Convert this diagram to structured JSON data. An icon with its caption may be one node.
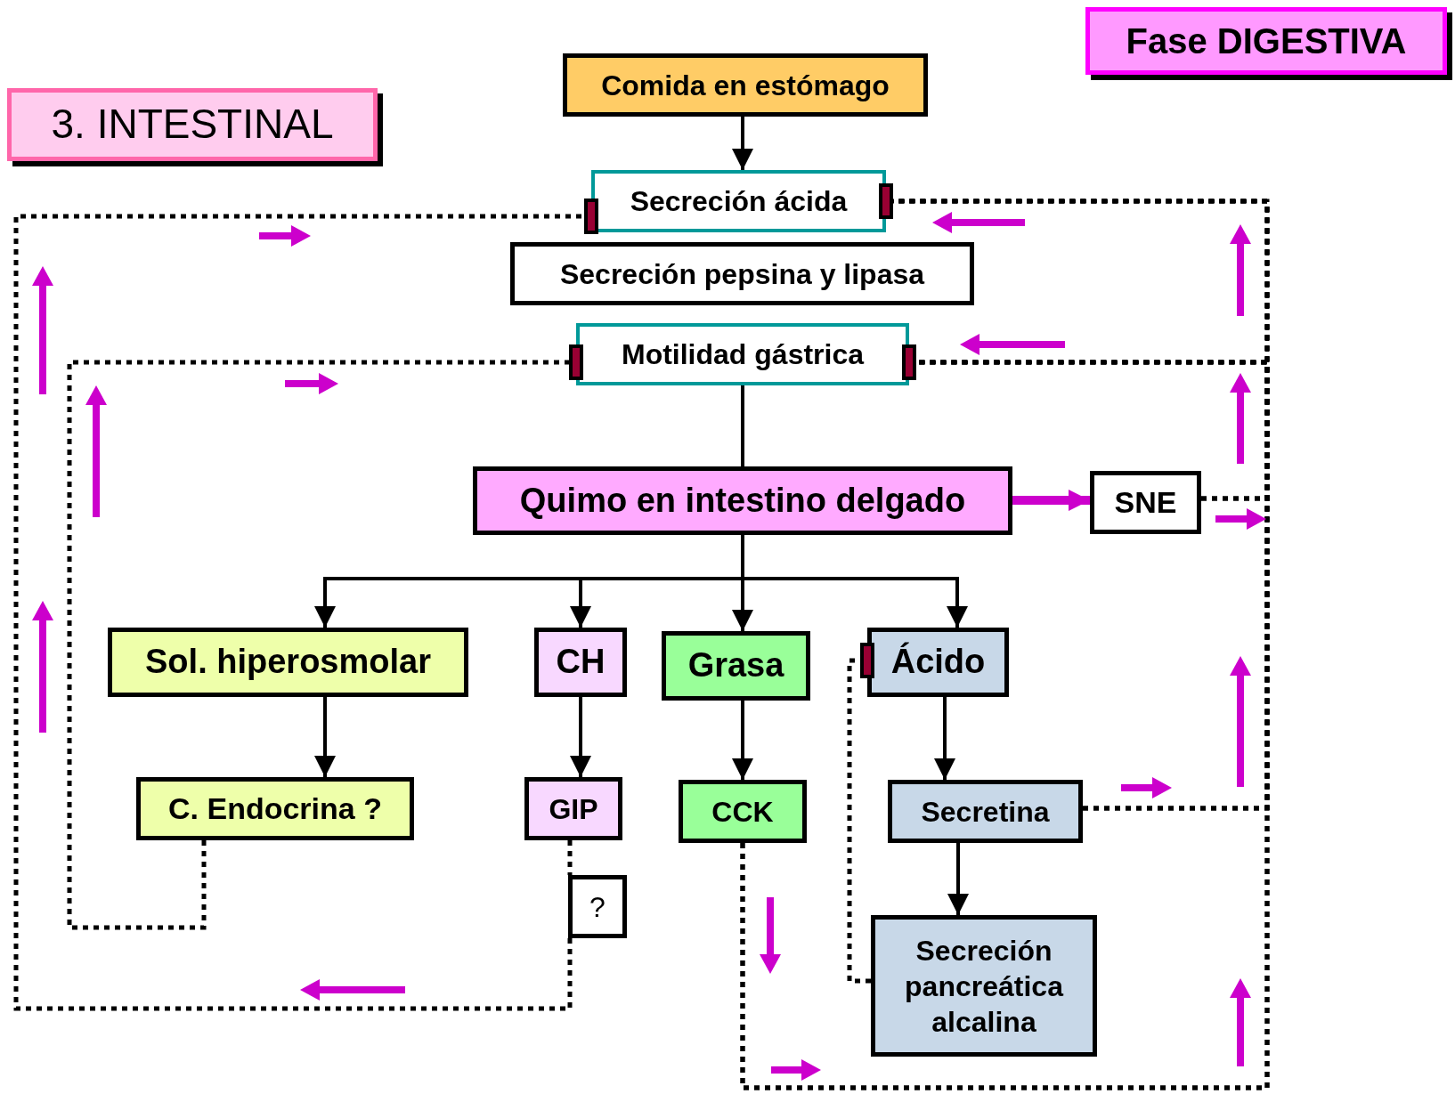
{
  "diagram": {
    "nodes": [
      {
        "text": [
          "Fase DIGESTIVA"
        ]
      },
      {
        "text": [
          "3. INTESTINAL"
        ]
      },
      {
        "text": [
          "Comida en estómago"
        ]
      },
      {
        "text": [
          "Secreción ácida"
        ]
      },
      {
        "text": [
          "Secreción pepsina y lipasa"
        ]
      },
      {
        "text": [
          "Motilidad gástrica"
        ]
      },
      {
        "text": [
          "Quimo en intestino delgado"
        ]
      },
      {
        "text": [
          "SNE"
        ]
      },
      {
        "text": [
          "Sol. hiperosmolar"
        ]
      },
      {
        "text": [
          "CH"
        ]
      },
      {
        "text": [
          "Grasa"
        ]
      },
      {
        "text": [
          "Ácido"
        ]
      },
      {
        "text": [
          "C. Endocrina ?"
        ]
      },
      {
        "text": [
          "GIP"
        ]
      },
      {
        "text": [
          "CCK"
        ]
      },
      {
        "text": [
          "Secretina"
        ]
      },
      {
        "text": [
          "?"
        ]
      },
      {
        "text": [
          "Secreción pancreática alcalina"
        ]
      }
    ],
    "edges": [
      {
        "from": 2,
        "to": 3,
        "arrow": "to"
      },
      {
        "from": 5,
        "to": 6,
        "arrow": "none"
      },
      {
        "from": 6,
        "to": 8,
        "arrow": "to"
      },
      {
        "from": 6,
        "to": 9,
        "arrow": "to"
      },
      {
        "from": 6,
        "to": 10,
        "arrow": "to"
      },
      {
        "from": 6,
        "to": 11,
        "arrow": "to"
      },
      {
        "from": 6,
        "to": 7,
        "arrow": "to",
        "style": "thick",
        "color": "#cc00cc"
      },
      {
        "from": 8,
        "to": 12,
        "arrow": "to"
      },
      {
        "from": 9,
        "to": 13,
        "arrow": "to"
      },
      {
        "from": 10,
        "to": 14,
        "arrow": "to"
      },
      {
        "from": 11,
        "to": 15,
        "arrow": "to"
      },
      {
        "from": 15,
        "to": 17,
        "arrow": "to"
      },
      {
        "from": 12,
        "to": 5,
        "arrow": "other",
        "style": "dashed"
      },
      {
        "from": 13,
        "to": 16,
        "arrow": "none",
        "style": "dashed"
      },
      {
        "from": 16,
        "to": 3,
        "arrow": "other",
        "style": "dashed"
      },
      {
        "from": 7,
        "to": 3,
        "arrow": "other",
        "style": "dashed"
      },
      {
        "from": 7,
        "to": 5,
        "arrow": "other",
        "style": "dashed"
      },
      {
        "from": 15,
        "to": 3,
        "arrow": "other",
        "style": "dashed"
      },
      {
        "from": 15,
        "to": 5,
        "arrow": "other",
        "style": "dashed"
      },
      {
        "from": 14,
        "to": 3,
        "arrow": "other",
        "style": "dashed"
      },
      {
        "from": 14,
        "to": 5,
        "arrow": "other",
        "style": "dashed"
      },
      {
        "from": 17,
        "to": 11,
        "arrow": "other",
        "style": "dashed"
      }
    ]
  }
}
